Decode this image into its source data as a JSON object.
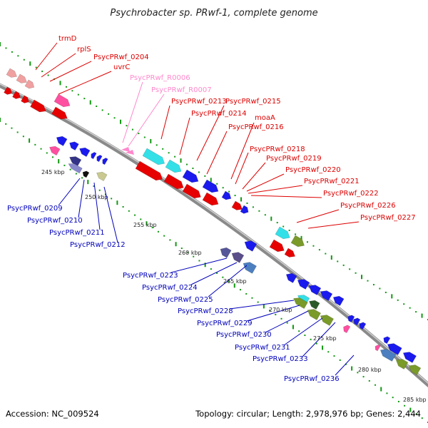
{
  "title": "Psychrobacter sp. PRwf-1, complete genome",
  "footer": {
    "accession": "Accession: NC_009524",
    "topology": "Topology: circular; Length: 2,978,976 bp; Genes: 2,444"
  },
  "colors": {
    "forward_label": "#dd0000",
    "reverse_label": "#0000bb",
    "rna_label": "#ff88cc",
    "backbone": "#888888",
    "ticks": "#119911"
  },
  "forward_labels": [
    "trmD",
    "rplS",
    "PsycPRwf_0204",
    "uvrC",
    "PsycPRwf_0213",
    "PsycPRwf_0215",
    "PsycPRwf_0214",
    "moaA",
    "PsycPRwf_0216",
    "PsycPRwf_0218",
    "PsycPRwf_0219",
    "PsycPRwf_0220",
    "PsycPRwf_0221",
    "PsycPRwf_0222",
    "PsycPRwf_0226",
    "PsycPRwf_0227"
  ],
  "rna_labels": [
    "PsycPRwf_R0006",
    "PsycPRwf_R0007"
  ],
  "reverse_labels": [
    "PsycPRwf_0209",
    "PsycPRwf_0210",
    "PsycPRwf_0211",
    "PsycPRwf_0212",
    "PsycPRwf_0223",
    "PsycPRwf_0224",
    "PsycPRwf_0225",
    "PsycPRwf_0228",
    "PsycPRwf_0229",
    "PsycPRwf_0230",
    "PsycPRwf_0231",
    "PsycPRwf_0233",
    "PsycPRwf_0236"
  ],
  "kbp_ticks": [
    "245 kbp",
    "250 kbp",
    "255 kbp",
    "260 kbp",
    "265 kbp",
    "270 kbp",
    "275 kbp",
    "280 kbp",
    "285 kbp"
  ]
}
